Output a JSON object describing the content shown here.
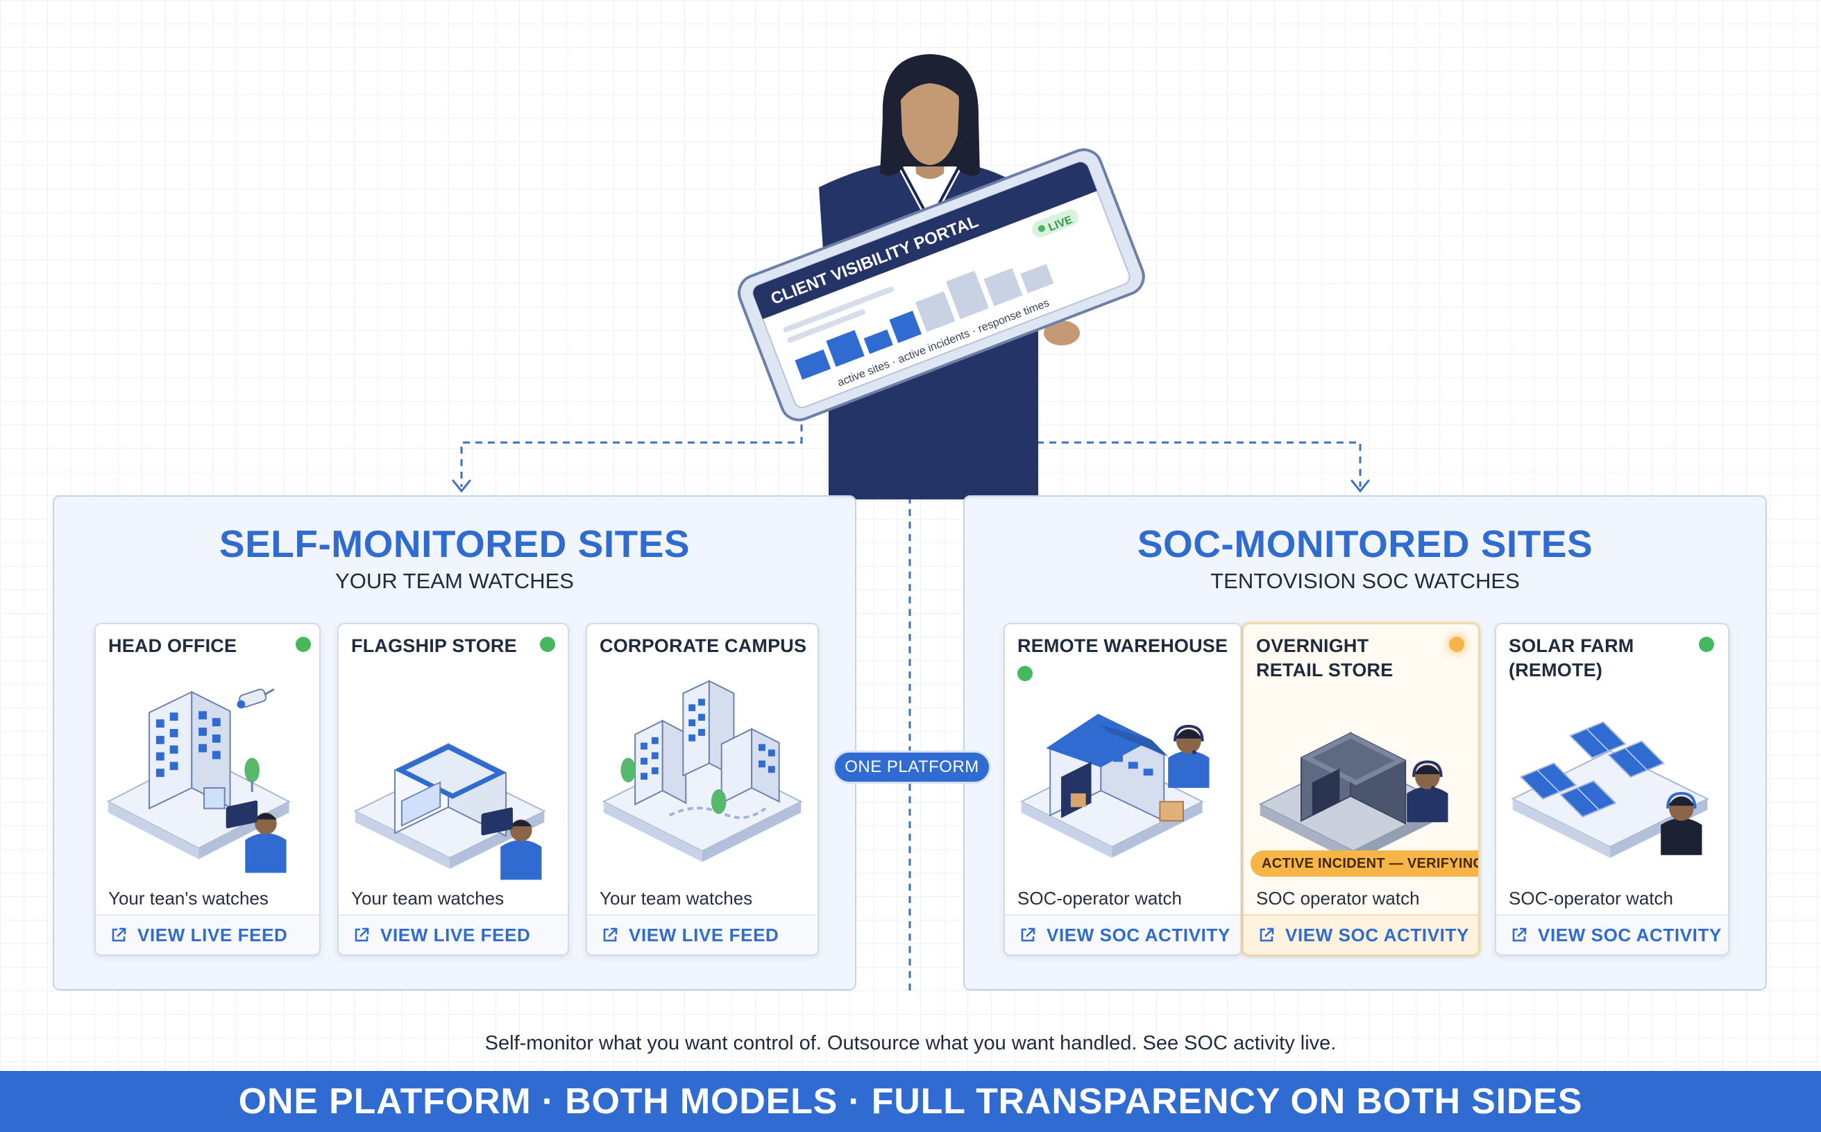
{
  "portal": {
    "title": "CLIENT VISIBILITY PORTAL",
    "live_label": "LIVE",
    "metrics_caption": "active sites · active incidents · response times"
  },
  "left_panel": {
    "title": "SELF-MONITORED SITES",
    "subtitle": "YOUR TEAM WATCHES",
    "cards": [
      {
        "title": "HEAD OFFICE",
        "status": "green",
        "caption": "Your tean's watches",
        "link": "VIEW LIVE FEED"
      },
      {
        "title": "FLAGSHIP STORE",
        "status": "green",
        "caption": "Your team watches",
        "link": "VIEW LIVE FEED"
      },
      {
        "title": "CORPORATE CAMPUS",
        "status": "none",
        "caption": "Your team watches",
        "link": "VIEW LIVE FEED"
      }
    ]
  },
  "right_panel": {
    "title": "SOC-MONITORED SITES",
    "subtitle": "TENTOVISION SOC WATCHES",
    "cards": [
      {
        "title": "REMOTE WAREHOUSE",
        "status": "green",
        "caption": "SOC-operator watch",
        "link": "VIEW SOC ACTIVITY"
      },
      {
        "title": "OVERNIGHT RETAIL STORE",
        "status": "amber",
        "caption": "SOC operator watch",
        "link": "VIEW SOC ACTIVITY",
        "badge": "ACTIVE INCIDENT — VERIFYING"
      },
      {
        "title": "SOLAR FARM (REMOTE)",
        "status": "green",
        "caption": "SOC-operator watch",
        "link": "VIEW SOC ACTIVITY"
      }
    ]
  },
  "center_pill": "ONE PLATFORM",
  "tagline": "Self-monitor what you want control of. Outsource what you want handled. See SOC activity live.",
  "banner": "ONE PLATFORM · BOTH MODELS · FULL TRANSPARENCY ON BOTH SIDES",
  "colors": {
    "accent": "#2f6bd0",
    "navy": "#243466",
    "status_green": "#45b85e",
    "status_amber": "#f6b44a",
    "panel_bg": "#f0f5fd"
  },
  "icons": {
    "link": "external-link-icon",
    "operator": "headset-operator-icon",
    "self_monitor": "laptop-user-icon"
  }
}
